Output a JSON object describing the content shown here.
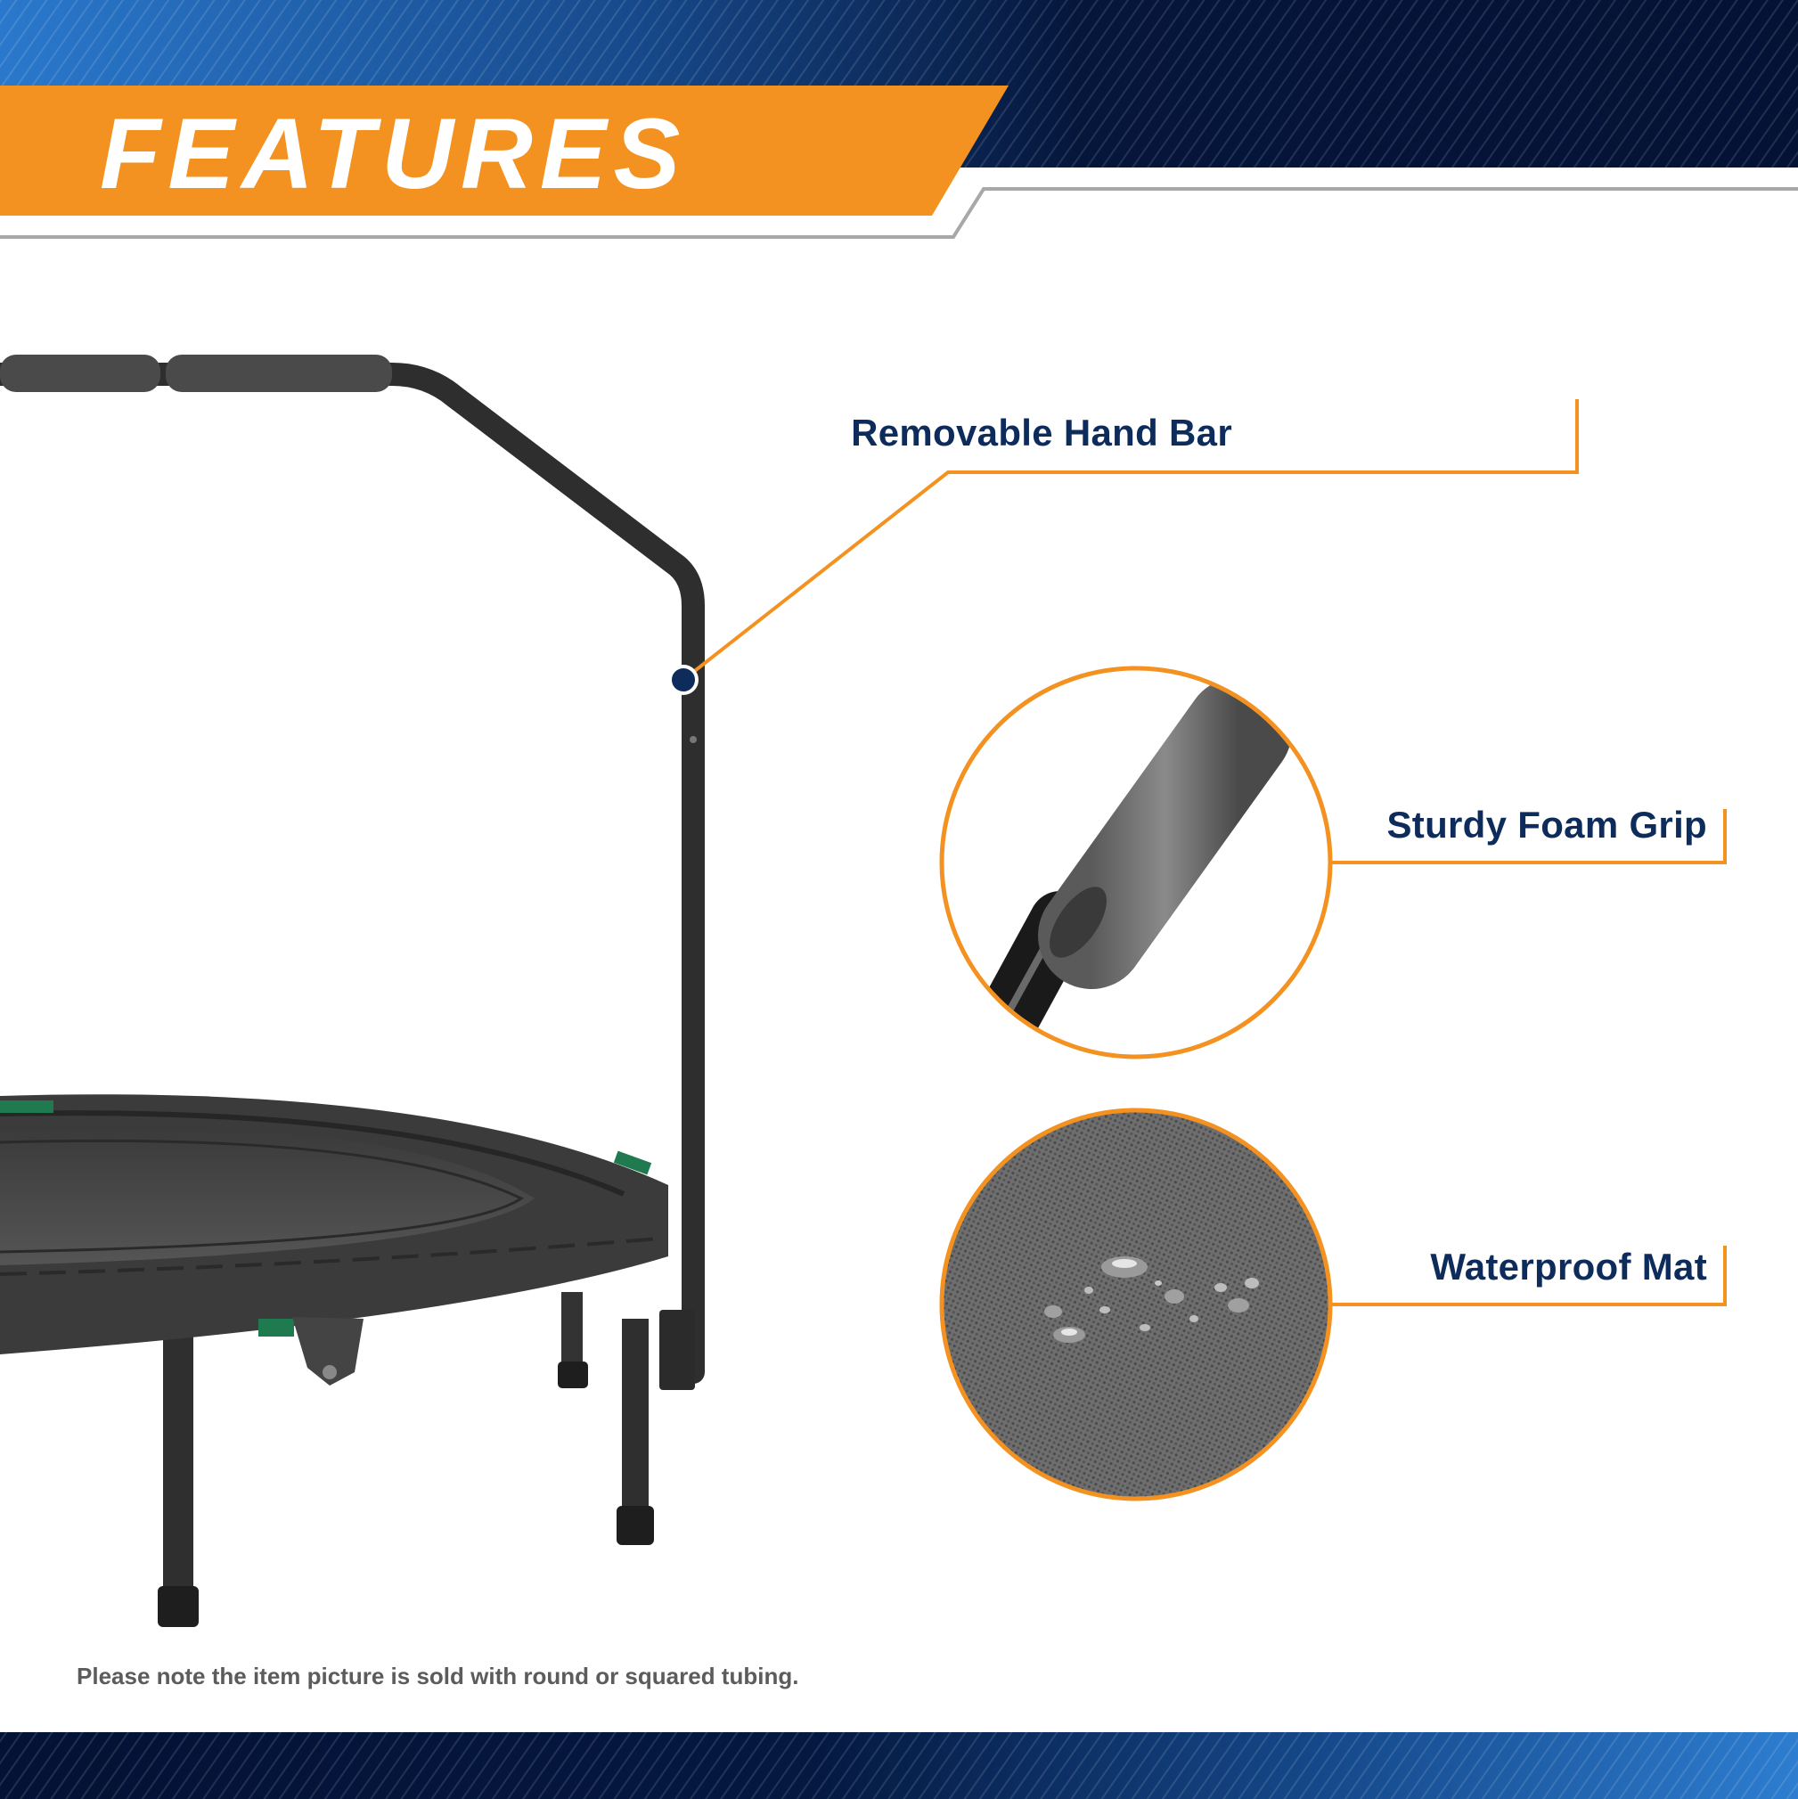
{
  "header": {
    "title": "FEATURES"
  },
  "features": [
    {
      "label": "Removable Hand Bar",
      "icon": "hand-bar-callout"
    },
    {
      "label": "Sturdy Foam Grip",
      "icon": "foam-grip-detail"
    },
    {
      "label": "Waterproof Mat",
      "icon": "waterproof-mat-detail"
    }
  ],
  "footnote": "Please note the item picture is sold with round or squared tubing.",
  "colors": {
    "accent_orange": "#f39220",
    "navy": "#0d2c5c",
    "dark_navy": "#031235",
    "banner_blue": "#1e64b4"
  }
}
